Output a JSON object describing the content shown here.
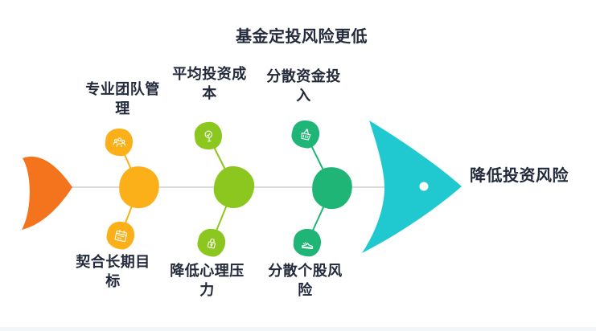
{
  "title": "基金定投风险更低",
  "result": {
    "label": "降低投资风险"
  },
  "branches": [
    {
      "color": "#FBB019",
      "top": {
        "label": "专业团队管理",
        "icon": "team-icon"
      },
      "bottom": {
        "label": "契合长期目标",
        "icon": "calendar-icon"
      }
    },
    {
      "color": "#8CC71F",
      "top": {
        "label": "平均投资成本",
        "icon": "tree-icon"
      },
      "bottom": {
        "label": "降低心理压力",
        "icon": "lock-icon"
      }
    },
    {
      "color": "#1FB576",
      "top": {
        "label": "分散资金投入",
        "icon": "basket-icon"
      },
      "bottom": {
        "label": "分散个股风险",
        "icon": "shoe-icon"
      }
    }
  ],
  "colors": {
    "background": "#FFFFFF",
    "tail": "#F4731D",
    "head": "#1FC9CF",
    "spine": "#DADADA",
    "text": "#232A3B",
    "icon": "#FFFFFF",
    "footer_strip": "#F4F5F7"
  }
}
